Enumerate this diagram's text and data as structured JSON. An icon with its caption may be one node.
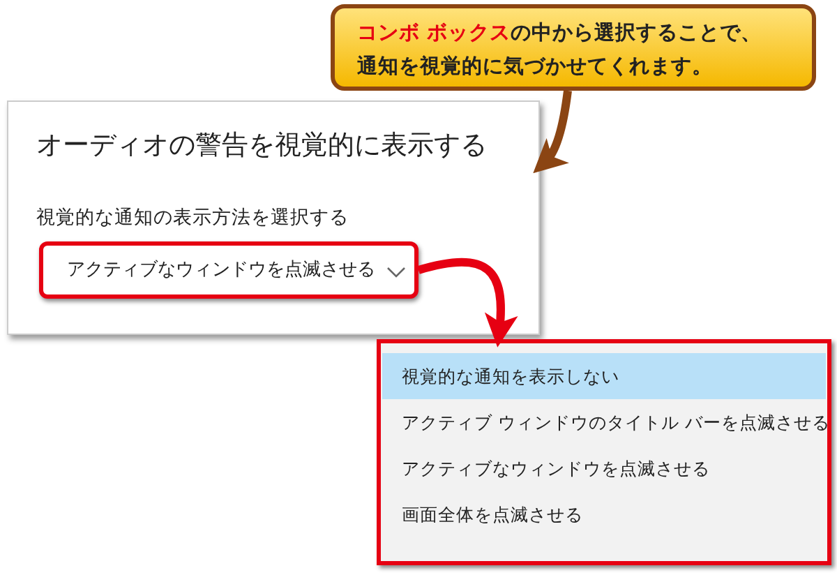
{
  "diagram": {
    "nodes": [
      {
        "text": [
          "**コンボ ボックス**の中から選択することで、通知を視覚的に気づかせてくれます。"
        ]
      },
      {
        "text": [
          "オーディオの警告を視覚的に表示する",
          "視覚的な通知の表示方法を選択する"
        ]
      },
      {
        "text": [
          "アクティブなウィンドウを点滅させる"
        ],
        "in": 1
      },
      {
        "text": [],
        "shape": "box"
      },
      {
        "text": [
          "視覚的な通知を表示しない"
        ],
        "in": 3
      },
      {
        "text": [
          "アクティブ ウィンドウのタイトル バーを点滅させる"
        ],
        "in": 3
      },
      {
        "text": [
          "アクティブなウィンドウを点滅させる"
        ],
        "in": 3
      },
      {
        "text": [
          "画面全体を点滅させる"
        ],
        "in": 3
      }
    ],
    "edges": [
      {
        "from": 0,
        "to": 1,
        "arrow": "to",
        "color": "#8b4513"
      },
      {
        "from": 2,
        "to": 3,
        "arrow": "to",
        "color": "#e60012"
      }
    ]
  }
}
